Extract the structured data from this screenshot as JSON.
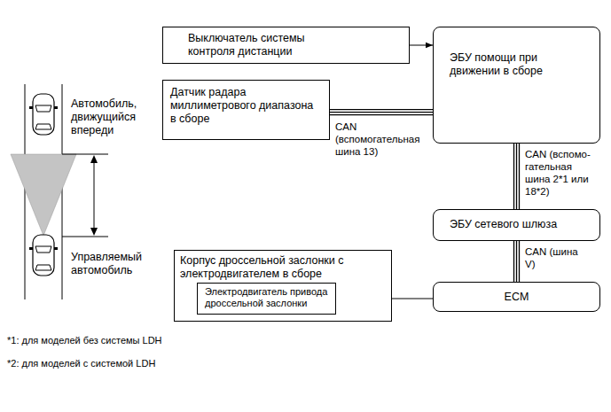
{
  "diagram": {
    "nodes": [
      {
        "text": [
          "Выключатель системы контроля дистанции"
        ]
      },
      {
        "text": [
          "Датчик радара миллиметрового диапазона в сборе"
        ]
      },
      {
        "text": [
          "ЭБУ помощи при движении в сборе"
        ]
      },
      {
        "text": [
          "ЭБУ сетевого шлюза"
        ]
      },
      {
        "text": [
          "ECM"
        ]
      },
      {
        "text": [
          "Корпус дроссельной заслонки с электродвигателем в сборе"
        ]
      },
      {
        "text": [
          "Электродвигатель привода дроссельной заслонки"
        ],
        "in": 5
      }
    ],
    "edges": [
      {
        "from": 0,
        "to": 2,
        "arrow": "to"
      },
      {
        "from": 1,
        "to": 2,
        "arrow": "none",
        "label": "CAN (вспомогательная шина 13)"
      },
      {
        "from": 2,
        "to": 3,
        "arrow": "none",
        "label": "CAN (вспомо- гательная шина 2*1 или 18*2)"
      },
      {
        "from": 3,
        "to": 4,
        "arrow": "none",
        "label": "CAN (шина V)"
      },
      {
        "from": 4,
        "to": 6,
        "arrow": "to"
      }
    ],
    "labels": [
      "Автомобиль, движущийся впереди",
      "Управляемый автомобиль",
      "*1: для моделей без системы LDH",
      "*2: для моделей с системой LDH"
    ]
  }
}
